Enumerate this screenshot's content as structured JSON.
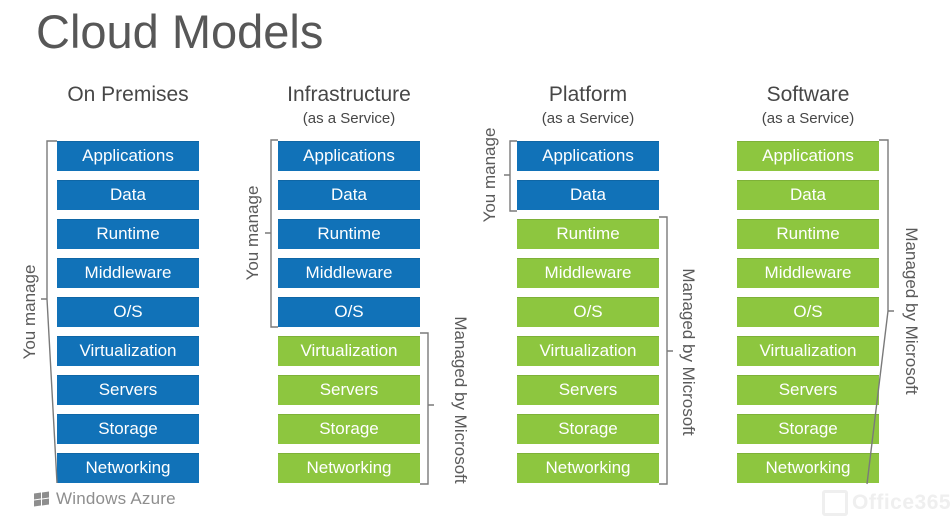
{
  "page": {
    "title": "Cloud Models"
  },
  "colors": {
    "you_manage_box": "#1172B8",
    "microsoft_box": "#8DC63F",
    "box_text": "#FFFFFF",
    "bracket": "#7a7a7a",
    "heading_text": "#474747"
  },
  "labels": {
    "you_manage": "You manage",
    "managed_by_microsoft": "Managed by Microsoft"
  },
  "layers": [
    "Applications",
    "Data",
    "Runtime",
    "Middleware",
    "O/S",
    "Virtualization",
    "Servers",
    "Storage",
    "Networking"
  ],
  "columns": [
    {
      "title": "On Premises",
      "subtitle": "",
      "you_manage_count": 9
    },
    {
      "title": "Infrastructure",
      "subtitle": "(as a Service)",
      "you_manage_count": 5
    },
    {
      "title": "Platform",
      "subtitle": "(as a Service)",
      "you_manage_count": 2
    },
    {
      "title": "Software",
      "subtitle": "(as a Service)",
      "you_manage_count": 0
    }
  ],
  "footer": {
    "brand": "Windows Azure"
  },
  "watermark": "Office365"
}
